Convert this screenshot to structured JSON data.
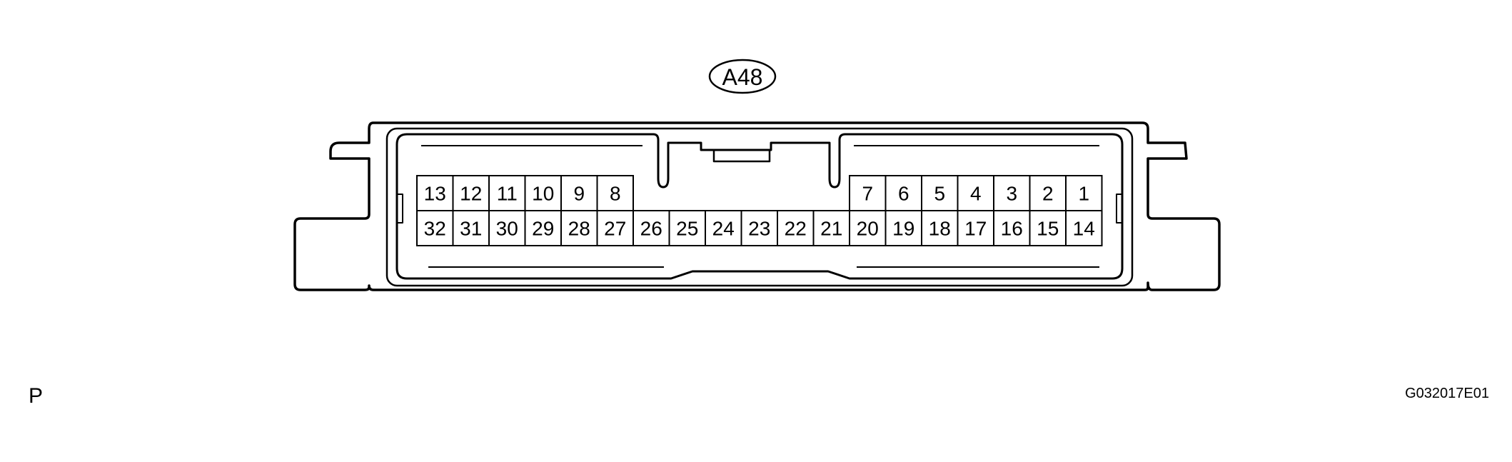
{
  "connector": {
    "id": "A48",
    "top_row_left": [
      "13",
      "12",
      "11",
      "10",
      "9",
      "8"
    ],
    "top_row_right": [
      "7",
      "6",
      "5",
      "4",
      "3",
      "2",
      "1"
    ],
    "bottom_row": [
      "32",
      "31",
      "30",
      "29",
      "28",
      "27",
      "26",
      "25",
      "24",
      "23",
      "22",
      "21",
      "20",
      "19",
      "18",
      "17",
      "16",
      "15",
      "14"
    ]
  },
  "labels": {
    "left": "P",
    "right": "G032017E01"
  },
  "colors": {
    "line": "#000000",
    "background": "#ffffff"
  }
}
